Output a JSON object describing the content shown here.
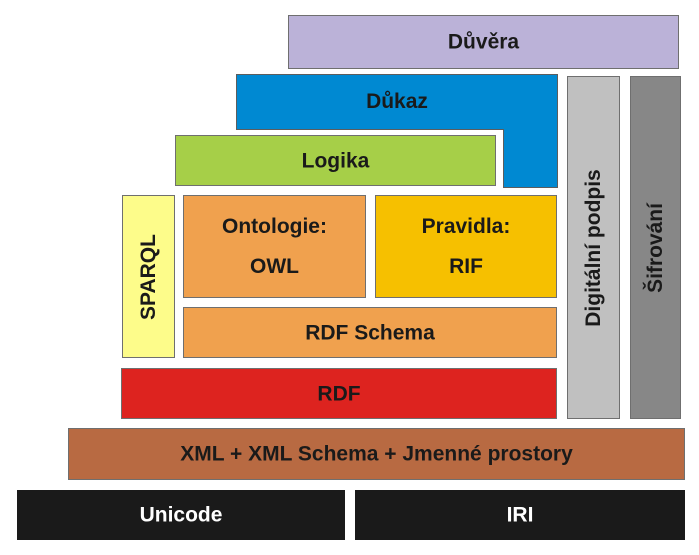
{
  "layers": {
    "trust": "Důvěra",
    "proof": "Důkaz",
    "logic": "Logika",
    "ontology_line1": "Ontologie:",
    "ontology_line2": "OWL",
    "rules_line1": "Pravidla:",
    "rules_line2": "RIF",
    "query": "SPARQL",
    "rdf_schema": "RDF Schema",
    "rdf": "RDF",
    "xml": "XML + XML Schema + Jmenné prostory",
    "unicode": "Unicode",
    "iri": "IRI",
    "digital_signature": "Digitální podpis",
    "encryption": "Šifrování"
  },
  "colors": {
    "trust": "#bbb2d8",
    "proof": "#0089d2",
    "logic": "#a6cf48",
    "query": "#fdfc8a",
    "owl_schema": "#f0a14e",
    "rules": "#f6c000",
    "rdf": "#dd231f",
    "xml": "#b86a42",
    "base": "#1a1a1a",
    "signature": "#c0c0c0",
    "encryption": "#878787"
  }
}
